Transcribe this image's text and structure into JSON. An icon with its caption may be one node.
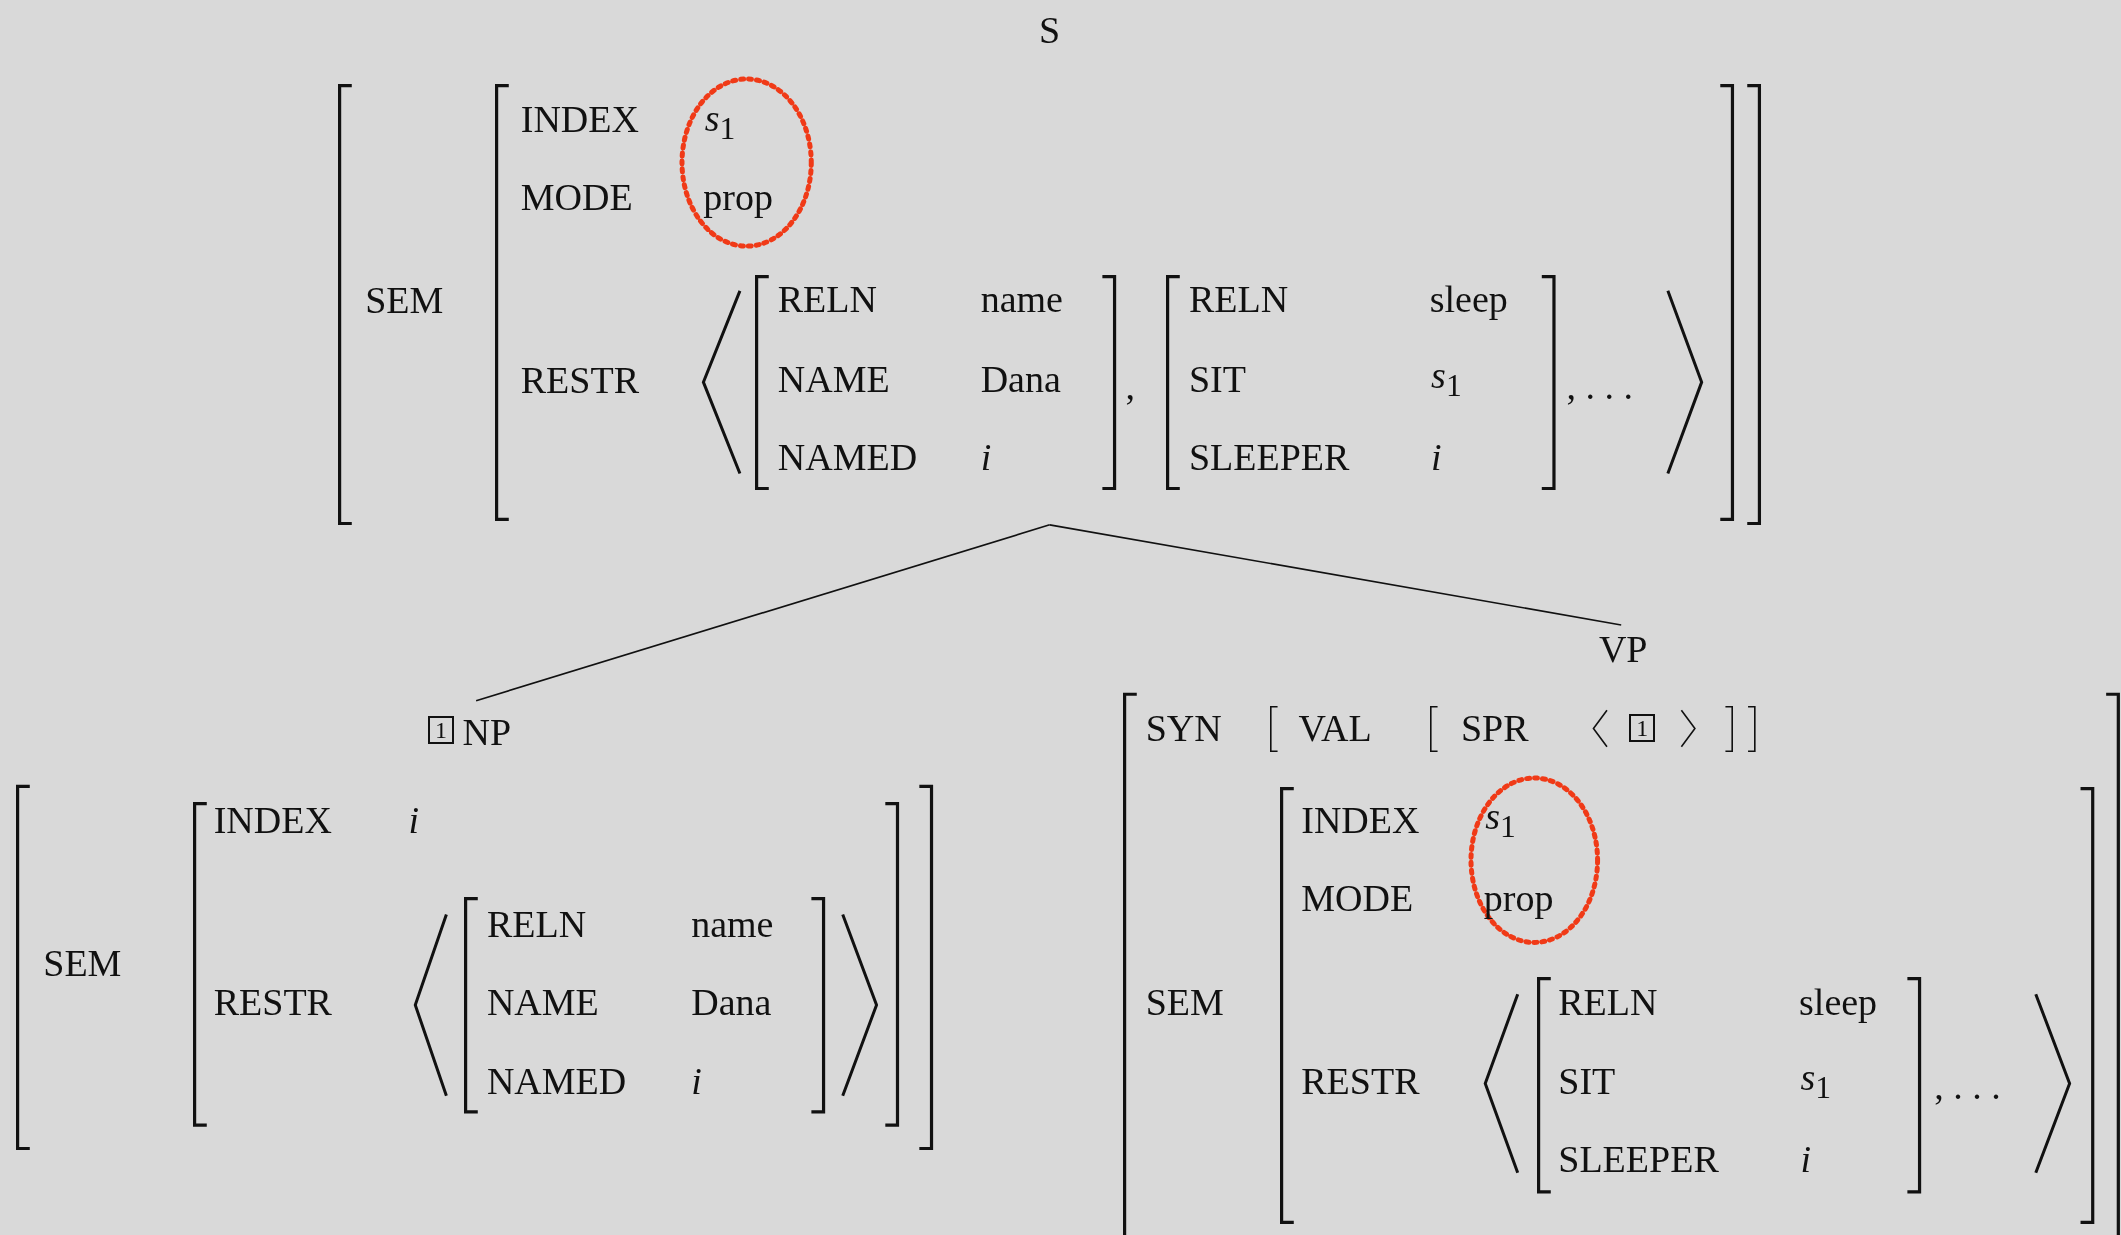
{
  "diagram": {
    "nodes": [
      {
        "text": [
          "S",
          "SEM"
        ]
      },
      {
        "text": [
          "INDEX",
          "MODE",
          "RESTR"
        ],
        "in": 0
      },
      {
        "text": [
          "*s*$_{1}$",
          "prop"
        ],
        "in": 1
      },
      {
        "text": [
          "RELN",
          "name",
          "NAME",
          "Dana",
          "NAMED",
          "*i*"
        ],
        "in": 1
      },
      {
        "text": [
          "RELN",
          "sleep",
          "SIT",
          "*s*$_{1}$",
          "SLEEPER",
          "*i*"
        ],
        "in": 1
      },
      {
        "text": [
          "NP",
          "SEM"
        ]
      },
      {
        "text": [
          "1"
        ],
        "in": 5
      },
      {
        "text": [
          "INDEX",
          "*i*",
          "RESTR"
        ],
        "in": 5
      },
      {
        "text": [
          "RELN",
          "name",
          "NAME",
          "Dana",
          "NAMED",
          "*i*"
        ],
        "in": 7
      },
      {
        "text": [
          "VP",
          "SYN",
          "SEM"
        ]
      },
      {
        "text": [
          "VAL"
        ],
        "in": 9
      },
      {
        "text": [
          "SPR"
        ],
        "in": 10
      },
      {
        "text": [
          "1"
        ],
        "in": 11
      },
      {
        "text": [
          "INDEX",
          "MODE",
          "RESTR"
        ],
        "in": 9
      },
      {
        "text": [
          "*s*$_{1}$",
          "prop"
        ],
        "in": 13
      },
      {
        "text": [
          "RELN",
          "sleep",
          "SIT",
          "*s*$_{1}$",
          "SLEEPER",
          "*i*"
        ],
        "in": 13
      }
    ],
    "edges": [
      {
        "from": 0,
        "to": 5,
        "arrow": "none"
      },
      {
        "from": 0,
        "to": 9,
        "arrow": "none"
      }
    ],
    "labels": [
      ",",
      ", . . .",
      ", . . ."
    ]
  }
}
